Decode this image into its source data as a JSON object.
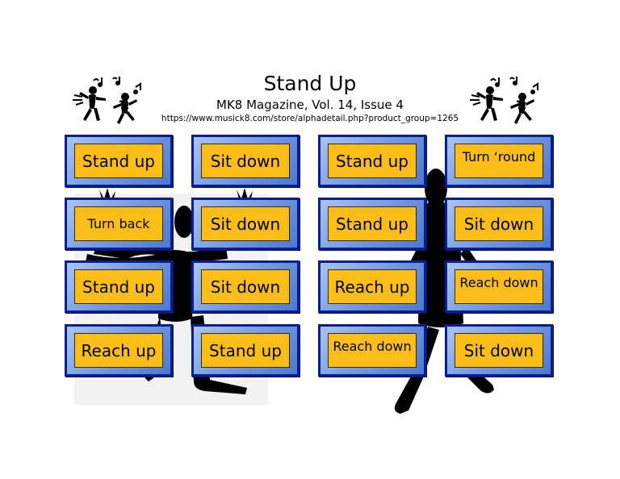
{
  "header": {
    "title": "Stand Up",
    "subtitle": "MK8 Magazine, Vol. 14, Issue 4",
    "url": "https://www.musick8.com/store/alphadetail.php?product_group=1265"
  },
  "cards": [
    {
      "label": "Stand up",
      "size": "large"
    },
    {
      "label": "Sit down",
      "size": "large"
    },
    {
      "label": "Stand up",
      "size": "large"
    },
    {
      "label": "Turn ‘round",
      "size": "small"
    },
    {
      "label": "Turn back",
      "size": "small"
    },
    {
      "label": "Sit down",
      "size": "large"
    },
    {
      "label": "Stand up",
      "size": "large"
    },
    {
      "label": "Sit down",
      "size": "large"
    },
    {
      "label": "Stand up",
      "size": "large"
    },
    {
      "label": "Sit down",
      "size": "large"
    },
    {
      "label": "Reach up",
      "size": "large"
    },
    {
      "label": "Reach down",
      "size": "small"
    },
    {
      "label": "Reach up",
      "size": "large"
    },
    {
      "label": "Stand up",
      "size": "large"
    },
    {
      "label": "Reach down",
      "size": "small"
    },
    {
      "label": "Sit down",
      "size": "large"
    }
  ],
  "icons": {
    "dancers": "dancing-figures-with-music-notes",
    "silhouette": "dancing-silhouette"
  },
  "colors": {
    "card_frame": "#0a1f8f",
    "card_gradient": "#6f96e0",
    "card_label_bg": "#fbbd1a",
    "silhouette": "#000000"
  }
}
